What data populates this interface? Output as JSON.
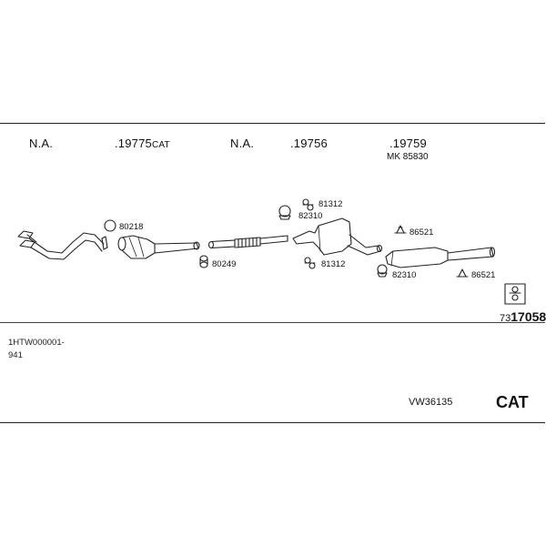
{
  "headers": [
    {
      "text": "N.A."
    },
    {
      "text": ".19775",
      "suffix": "CAT"
    },
    {
      "text": "N.A."
    },
    {
      "text": ".19756"
    },
    {
      "text": ".19759",
      "sub": "MK 85830"
    }
  ],
  "part_codes": {
    "p80218": "80218",
    "p80249": "80249",
    "p81312a": "81312",
    "p82310a": "82310",
    "p81312b": "81312",
    "p86521a": "86521",
    "p82310b": "82310",
    "p86521b": "86521"
  },
  "reference": {
    "prefix": "73",
    "number": "17058"
  },
  "vehicle": {
    "line1": "1HTW000001-",
    "line2": "941"
  },
  "kit_code": "VW36135",
  "kit_type": "CAT"
}
